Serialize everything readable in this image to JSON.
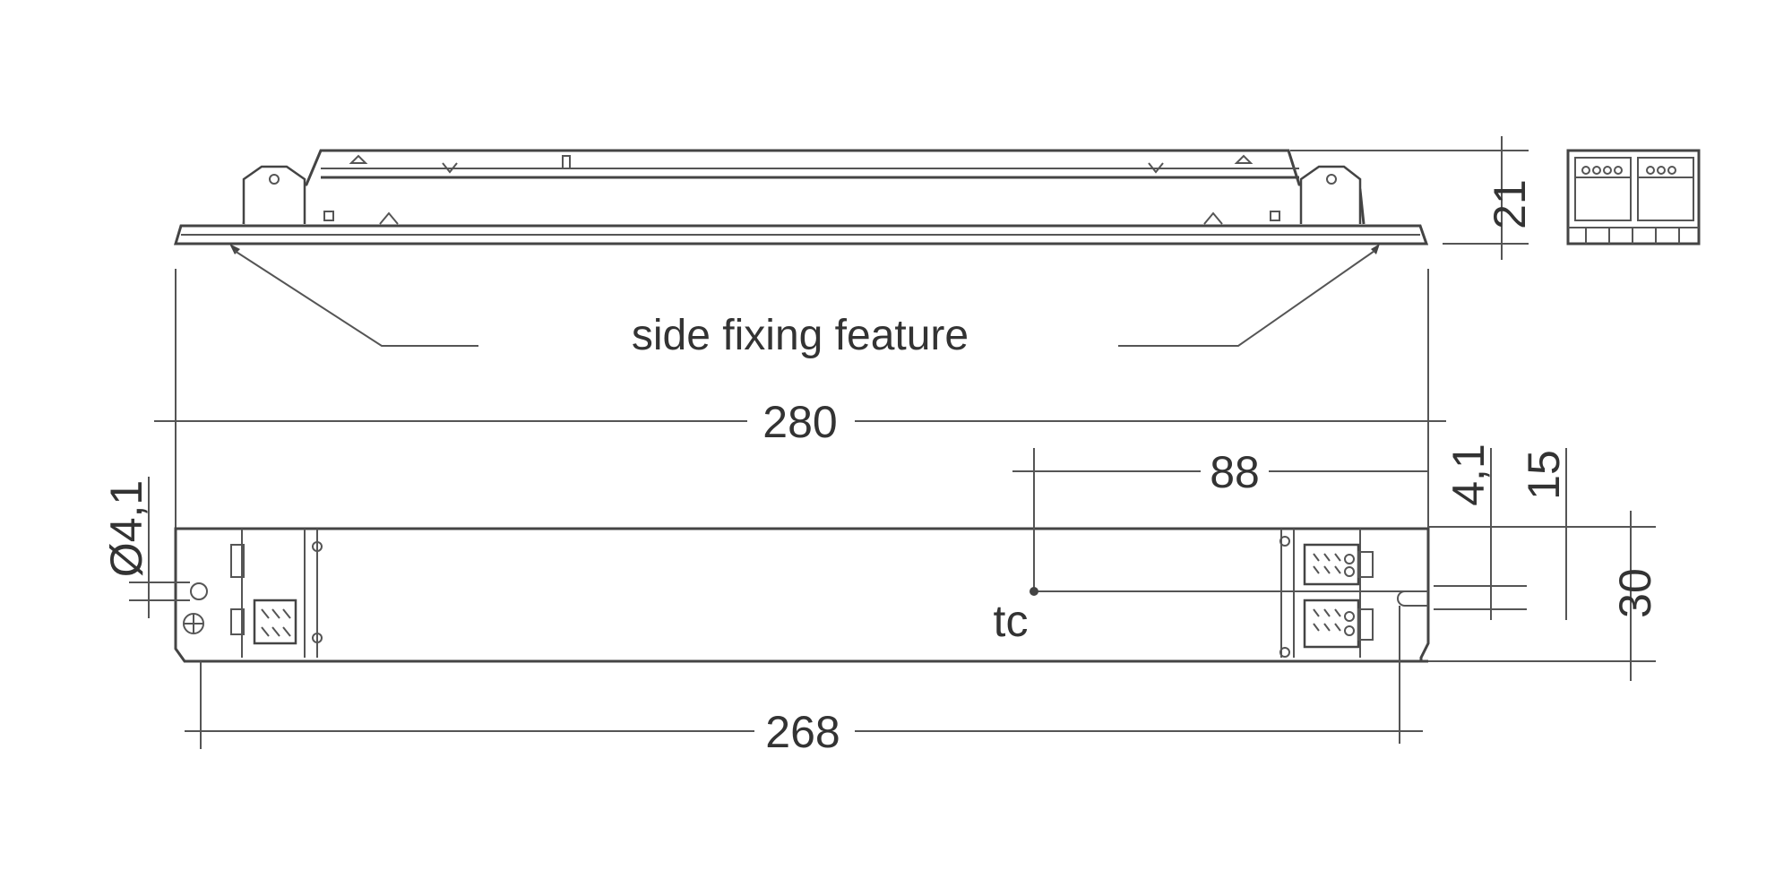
{
  "drawing": {
    "annotation_label": "side fixing feature",
    "dimensions": {
      "overall_length": "280",
      "mounting_hole_distance": "268",
      "tc_offset": "88",
      "height": "21",
      "width": "30",
      "slot_width": "15",
      "slot_offset": "4,1",
      "hole_diameter": "Ø4,1"
    },
    "tc_label": "tc"
  }
}
